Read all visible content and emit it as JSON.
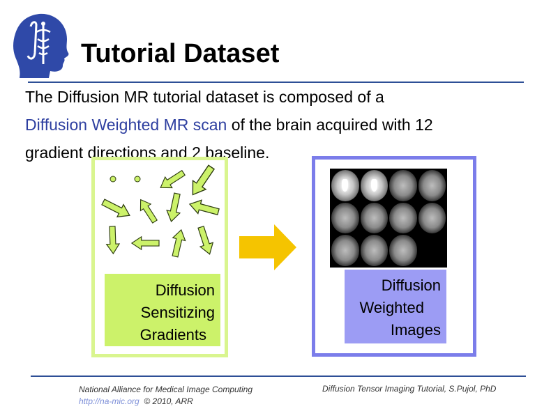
{
  "header": {
    "title": "Tutorial Dataset"
  },
  "body": {
    "line1": "The Diffusion MR tutorial dataset is composed of a",
    "line2_highlight": "Diffusion Weighted MR scan",
    "line2_rest": " of the brain acquired with 12",
    "line3": "gradient directions and 2 baseline."
  },
  "left_panel": {
    "label_lines": [
      "Diffusion",
      "Sensitizing",
      "Gradients"
    ],
    "border_color": "#d9f58f",
    "fill_color": "#ccf26a"
  },
  "right_panel": {
    "label_lines": [
      "Diffusion",
      "Weighted",
      "Images"
    ],
    "border_color": "#7b7dea",
    "fill_color": "#9c9cf4"
  },
  "center_arrow_color": "#f5c400",
  "footer": {
    "org": "National Alliance for Medical Image Computing",
    "url": "http://na-mic.org",
    "copyright": "© 2010, ARR",
    "credit": "Diffusion Tensor Imaging Tutorial, S.Pujol, PhD"
  },
  "icons": {
    "logo": "namic-head-logo-icon",
    "gradients": "gradient-direction-arrow-icon",
    "flow": "right-arrow-icon"
  },
  "brand_color": "#2e4f96"
}
